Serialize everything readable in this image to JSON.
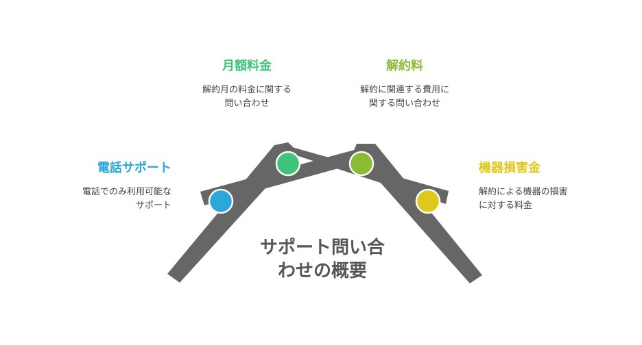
{
  "colors": {
    "beam": "#666666",
    "phone": "#29a8d9",
    "monthly": "#3fc47a",
    "cancel": "#8bbb34",
    "device": "#e0c81a"
  },
  "center_title": "サポート問い合\nわせの概要",
  "items": {
    "monthly": {
      "title": "月額料金",
      "desc": "解約月の料金に関する\n問い合わせ"
    },
    "cancel": {
      "title": "解約料",
      "desc": "解約に関連する費用に\n関する問い合わせ"
    },
    "phone": {
      "title": "電話サポート",
      "desc": "電話でのみ利用可能な\nサポート"
    },
    "device": {
      "title": "機器損害金",
      "desc": "解約による機器の損害\nに対する料金"
    }
  }
}
